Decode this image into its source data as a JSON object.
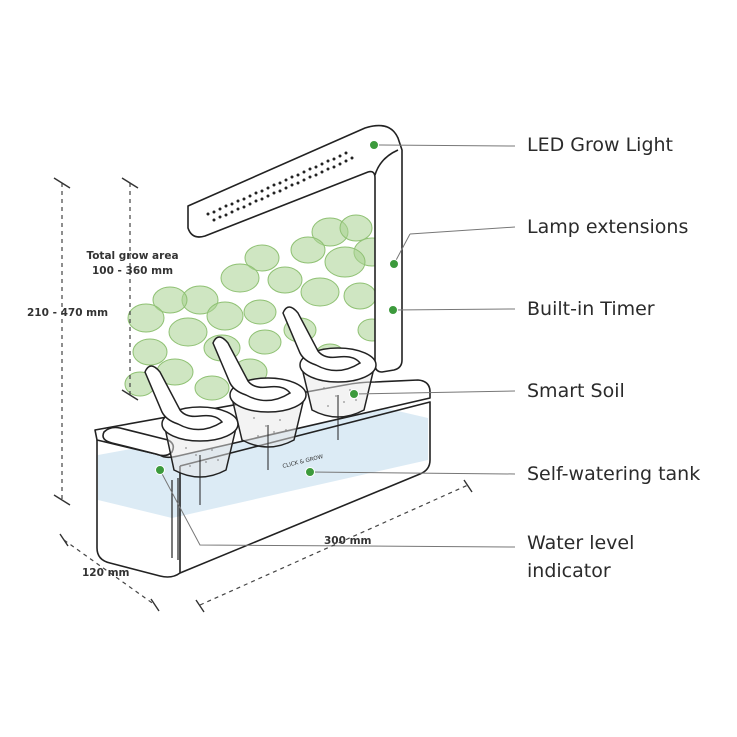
{
  "callouts": [
    {
      "id": "led",
      "text": "LED Grow Light"
    },
    {
      "id": "lamp",
      "text": "Lamp extensions"
    },
    {
      "id": "timer",
      "text": "Built-in Timer"
    },
    {
      "id": "soil",
      "text": "Smart Soil"
    },
    {
      "id": "tank",
      "text": "Self-watering tank"
    },
    {
      "id": "water",
      "line1": "Water level",
      "line2": "indicator"
    }
  ],
  "dimensions": {
    "height": "210 - 470 mm",
    "grow_area_title": "Total grow area",
    "grow_area_range": "100 - 360 mm",
    "length": "300 mm",
    "depth": "120 mm"
  },
  "brand_text": "CLICK & GROW",
  "colors": {
    "marker": "#3c9a3c",
    "outline": "#222222",
    "leaf": "#a8d18f",
    "water": "#dcebf5"
  }
}
